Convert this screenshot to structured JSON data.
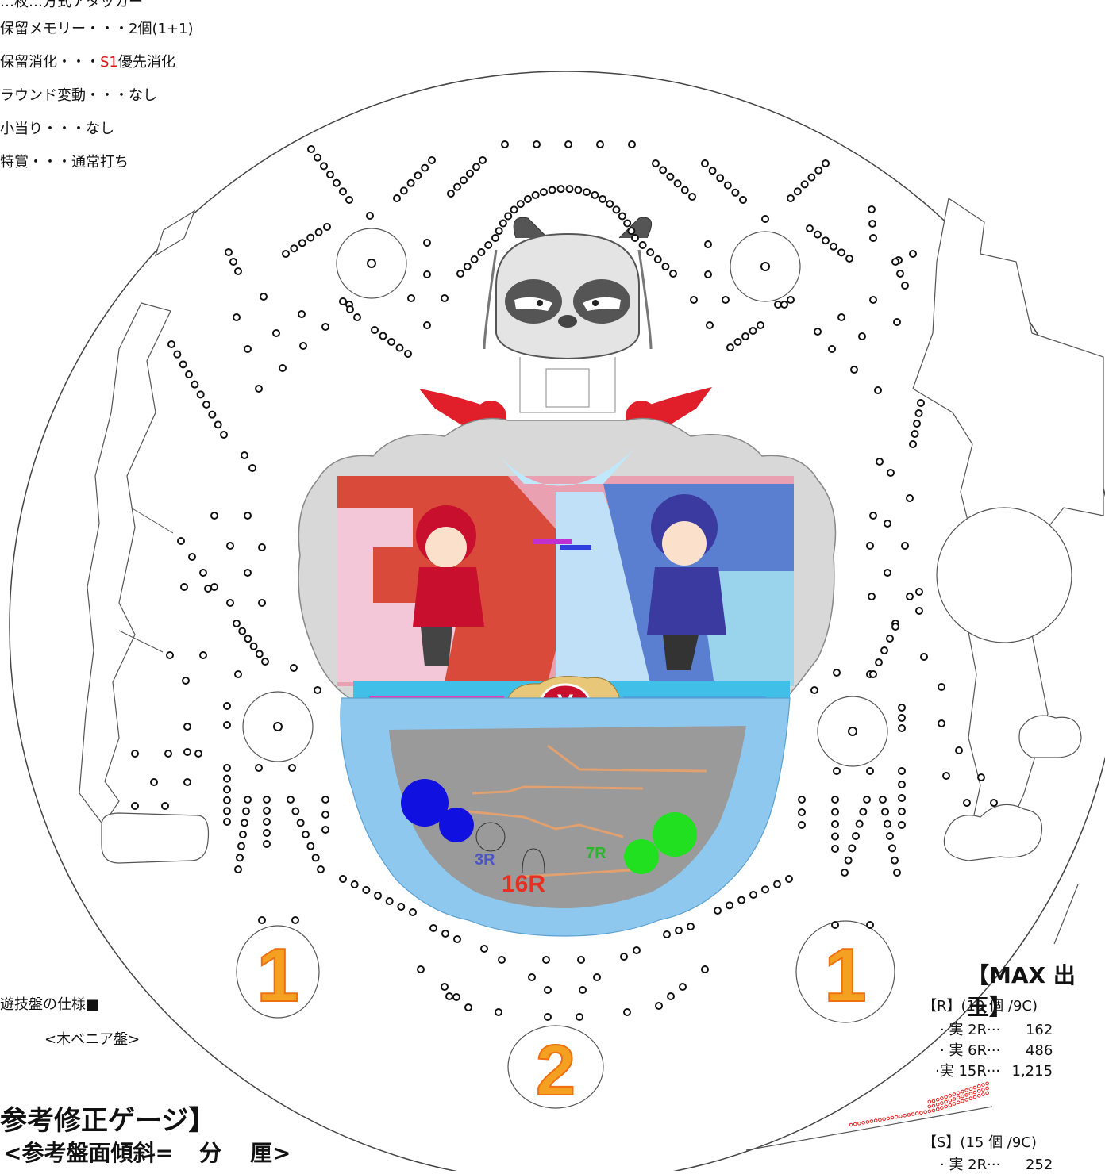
{
  "spec_top": {
    "line0": "…枚…方式アタッカー",
    "memory_label": "保留メモリー・・・2個",
    "memory_detail": "(1+1)",
    "priority_prefix": "保留消化・・・",
    "priority_red": "S1",
    "priority_suffix": "優先消化",
    "round_change": "ラウンド変動・・・なし",
    "small_hit": "小当り・・・なし",
    "prize": "特賞・・・通常打ち"
  },
  "board_spec": {
    "title": "遊技盤の仕様■",
    "material": "<木ベニア盤>"
  },
  "gauge": {
    "title": "参考修正ゲージ】",
    "tilt_label": "<参考盤面傾斜=",
    "tilt_unit1": "分",
    "tilt_unit2": "厘>"
  },
  "max_payout": {
    "title": "【MAX 出玉】",
    "r_header": "【R】(10 個 /9C)",
    "r_rows": [
      {
        "label": "· 実 2R···",
        "value": "162"
      },
      {
        "label": "· 実 6R···",
        "value": "486"
      },
      {
        "label": "·実 15R···",
        "value": "1,215"
      }
    ],
    "s_header": "【S】(15 個 /9C)",
    "s_rows": [
      {
        "label": "· 実 2R···",
        "value": "252"
      }
    ]
  },
  "board_labels": {
    "start_left": "1",
    "start_right": "1",
    "start_bottom": "2",
    "v_label": "V",
    "route_3r": "3R",
    "route_7r": "7R",
    "route_16r": "16R"
  },
  "colors": {
    "accent_red": "#e01010",
    "pin": "#111111",
    "water": "#8ec8ee",
    "floor": "#9a9a9a",
    "ball_blue": "#1010e0",
    "ball_green": "#20e020"
  }
}
